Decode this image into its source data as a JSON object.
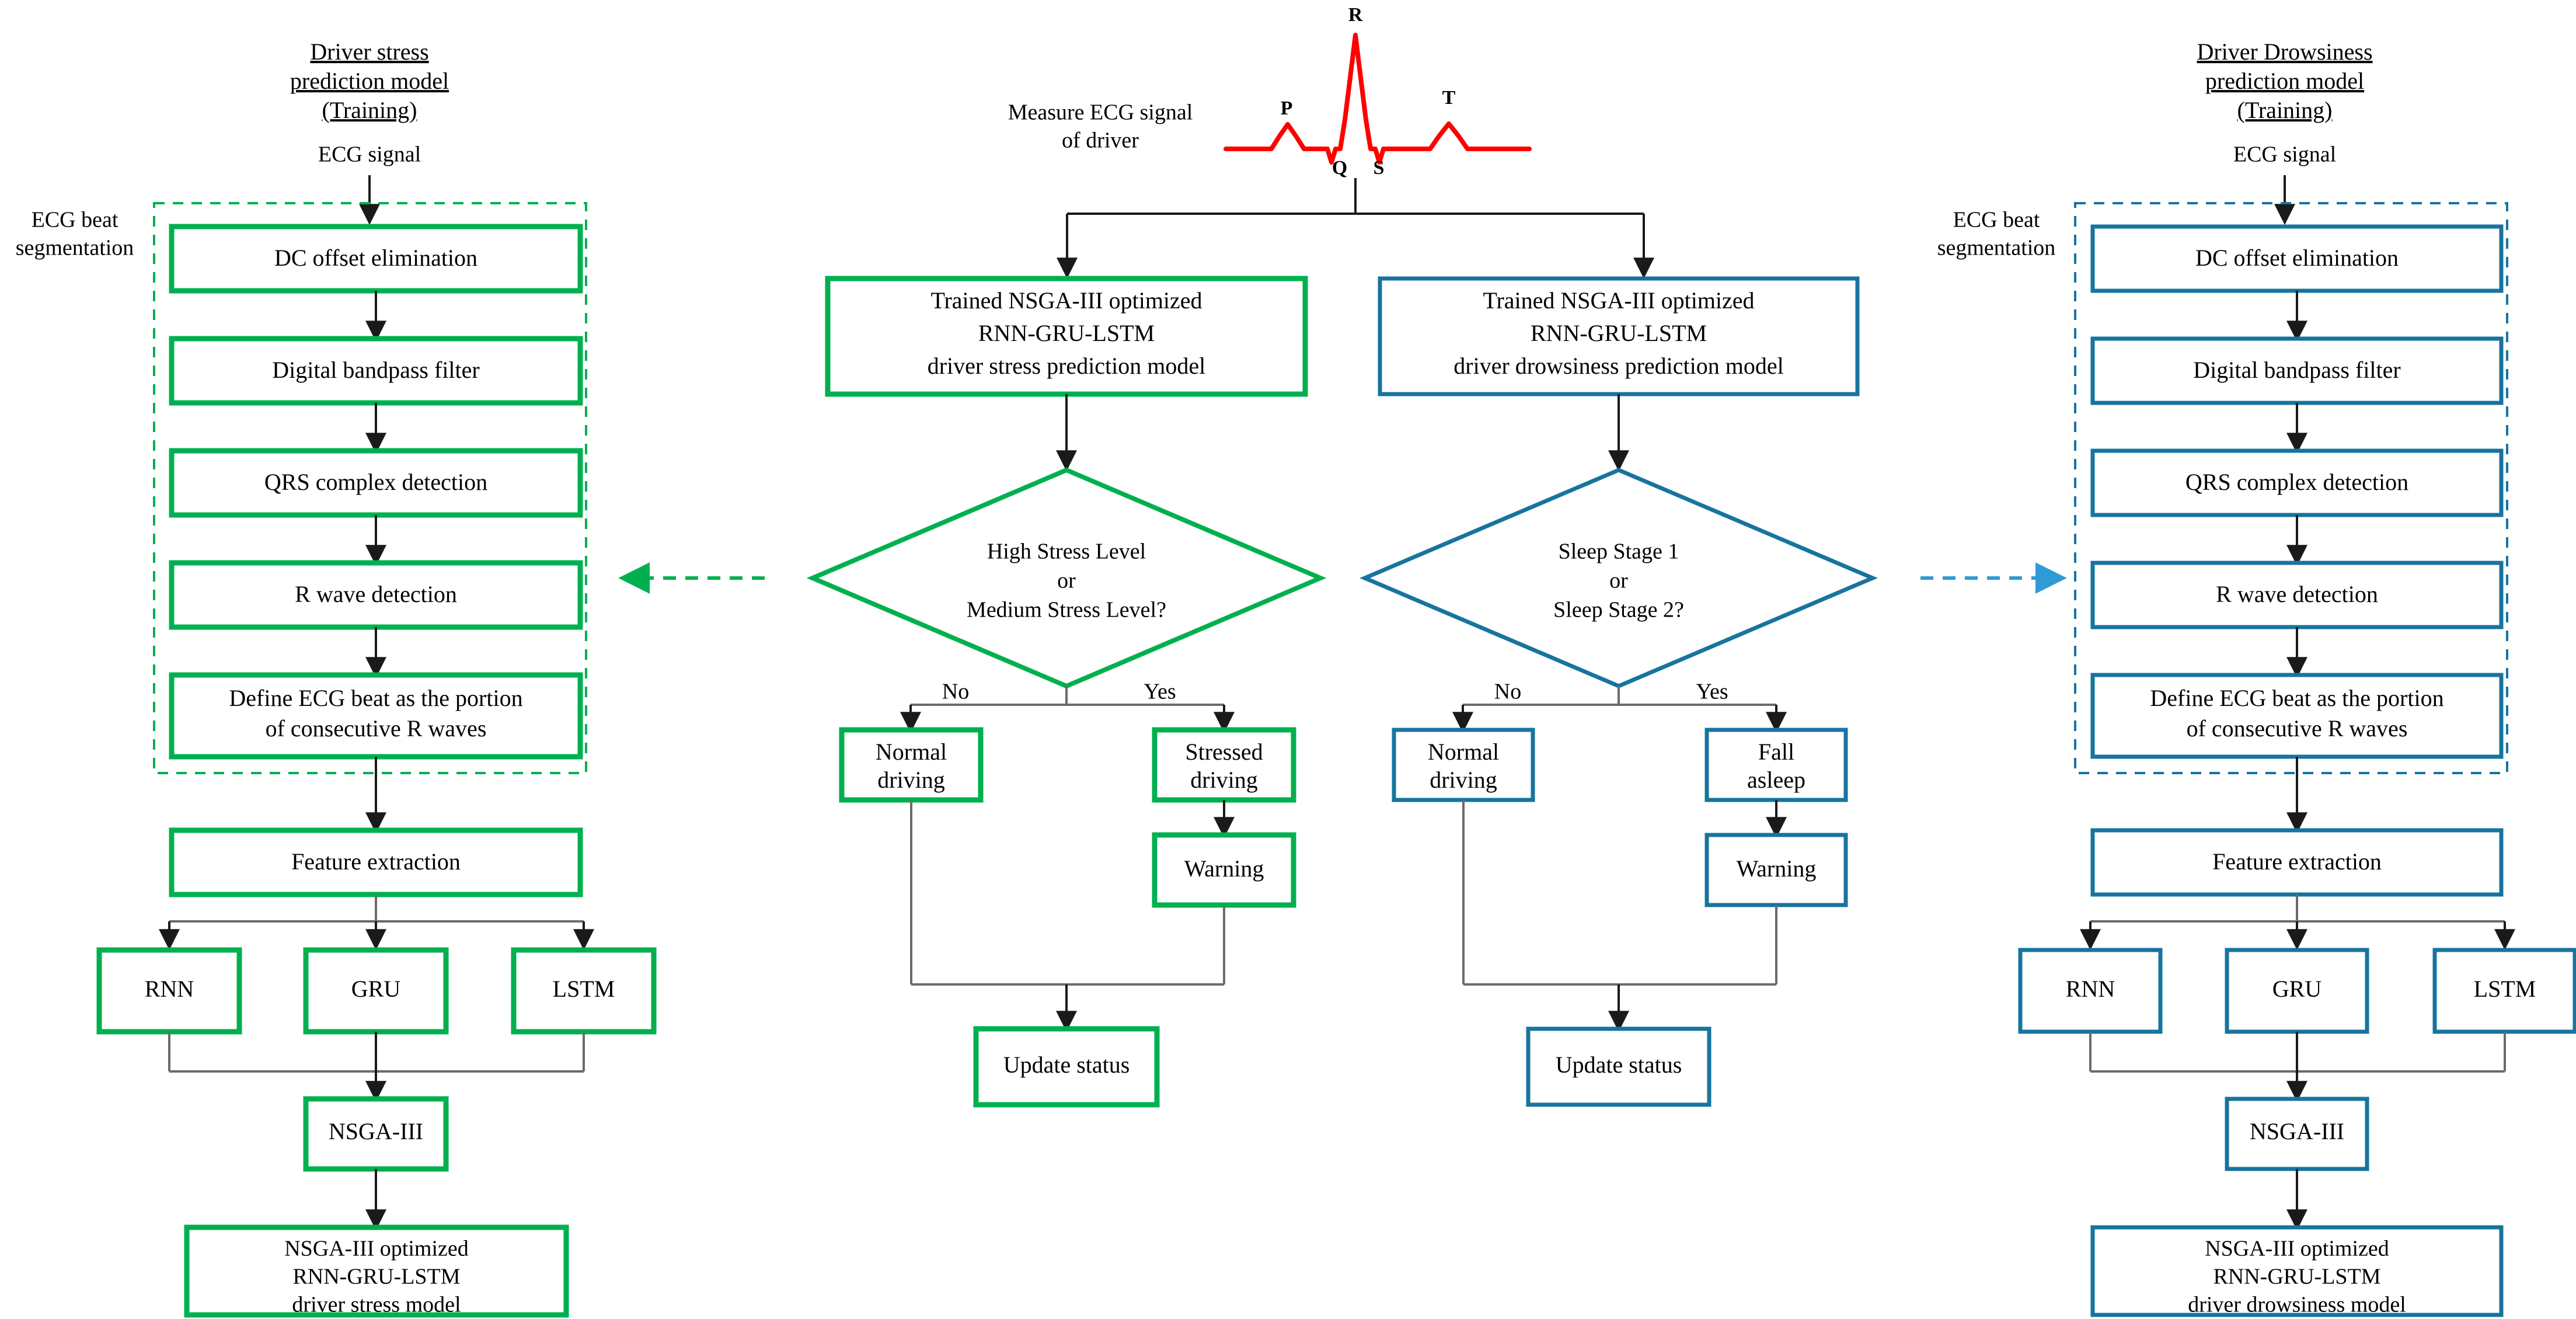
{
  "diagram": {
    "title": "Driver stress and drowsiness prediction model flowchart",
    "colors": {
      "green": "#00B04F",
      "blue": "#17749F",
      "ecg_red": "#FF0000",
      "arrow": "#1a1a1a"
    }
  },
  "left_column": {
    "heading_line1": "Driver  stress",
    "heading_line2": "prediction  model",
    "heading_line3": "(Training)",
    "input_label": "ECG signal",
    "segment_label_line1": "ECG beat",
    "segment_label_line2": "segmentation",
    "steps": [
      "DC offset elimination",
      "Digital bandpass filter",
      "QRS complex detection",
      "R wave detection"
    ],
    "define_beat_line1": "Define ECG beat as the portion",
    "define_beat_line2": "of consecutive R waves",
    "feature_extraction": "Feature extraction",
    "models": [
      "RNN",
      "GRU",
      "LSTM"
    ],
    "optimizer": "NSGA-III",
    "output_line1": "NSGA-III optimized",
    "output_line2": "RNN-GRU-LSTM",
    "output_line3": "driver stress model"
  },
  "right_column": {
    "heading_line1": "Driver  Drowsiness",
    "heading_line2": "prediction  model",
    "heading_line3": "(Training)",
    "input_label": "ECG signal",
    "segment_label_line1": "ECG beat",
    "segment_label_line2": "segmentation",
    "steps": [
      "DC offset elimination",
      "Digital bandpass filter",
      "QRS complex detection",
      "R wave detection"
    ],
    "define_beat_line1": "Define ECG beat as the portion",
    "define_beat_line2": "of consecutive R waves",
    "feature_extraction": "Feature extraction",
    "models": [
      "RNN",
      "GRU",
      "LSTM"
    ],
    "optimizer": "NSGA-III",
    "output_line1": "NSGA-III optimized",
    "output_line2": "RNN-GRU-LSTM",
    "output_line3": "driver drowsiness model"
  },
  "ecg": {
    "caption_line1": "Measure ECG signal",
    "caption_line2": "of driver",
    "wave_labels": [
      "P",
      "Q",
      "R",
      "S",
      "T"
    ]
  },
  "center_left": {
    "model_line1": "Trained NSGA-III optimized",
    "model_line2": "RNN-GRU-LSTM",
    "model_line3": "driver stress prediction model",
    "decision_line1": "High Stress Level",
    "decision_line2": "or",
    "decision_line3": "Medium Stress Level?",
    "branch_no": "No",
    "branch_yes": "Yes",
    "no_result_line1": "Normal",
    "no_result_line2": "driving",
    "yes_result_line1": "Stressed",
    "yes_result_line2": "driving",
    "warning": "Warning",
    "update": "Update status"
  },
  "center_right": {
    "model_line1": "Trained NSGA-III optimized",
    "model_line2": "RNN-GRU-LSTM",
    "model_line3": "driver drowsiness prediction model",
    "decision_line1": "Sleep Stage 1",
    "decision_line2": "or",
    "decision_line3": "Sleep Stage 2?",
    "branch_no": "No",
    "branch_yes": "Yes",
    "no_result_line1": "Normal",
    "no_result_line2": "driving",
    "yes_result_line1": "Fall",
    "yes_result_line2": "asleep",
    "warning": "Warning",
    "update": "Update status"
  }
}
